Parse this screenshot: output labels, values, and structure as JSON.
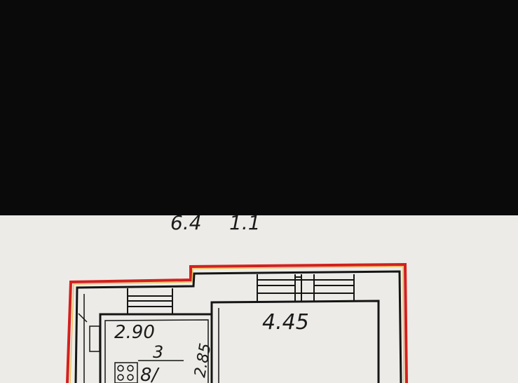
{
  "plan": {
    "header_note_a": "6.4",
    "header_note_b": "1.1",
    "room_large_dim": "4.45",
    "room_small_dim": "2.90",
    "room_small_number": "3",
    "room_small_side_dim": "2.85",
    "stove_label": "8/",
    "colors": {
      "background_top": "#0a0a0a",
      "paper": "#ecebe7",
      "outline_red": "#d3201e",
      "outline_inner": "#e9c15a",
      "wall": "#151515"
    }
  }
}
